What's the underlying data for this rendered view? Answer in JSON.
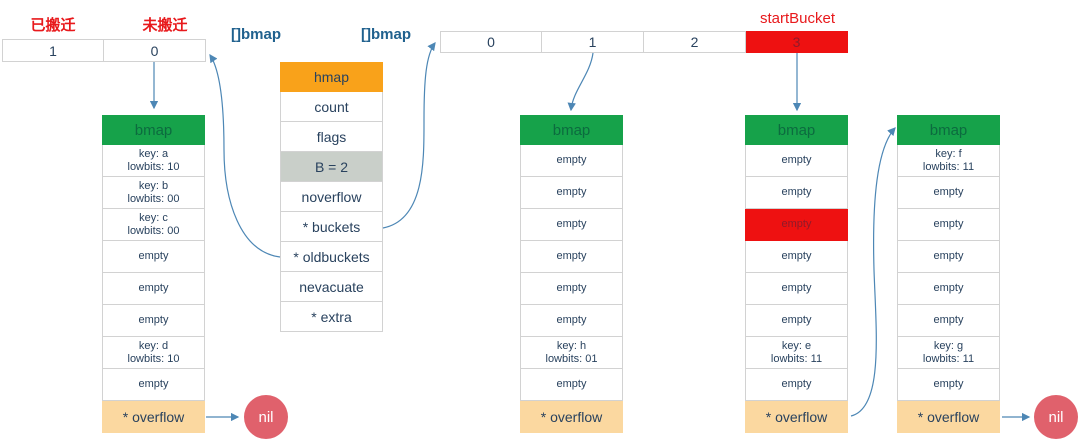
{
  "colors": {
    "red_label": "#e8191c",
    "red_fill": "#ee1111",
    "red_cell_text": "#8f1a2a",
    "navy": "#29425e",
    "green": "#16a24a",
    "green_text": "#0c6b3f",
    "orange": "#f9a21a",
    "tan": "#fbd8a0",
    "gray_highlight": "#c9cfc9",
    "blue_label": "#20618e",
    "arrow": "#4d87b5",
    "nil_fill": "#e0616c",
    "border": "#d2d2d2"
  },
  "evacuation_table": {
    "col_labels": [
      "已搬迁",
      "未搬迁"
    ],
    "cells": [
      "1",
      "0"
    ]
  },
  "slice_labels": {
    "left": "[]bmap",
    "right": "[]bmap"
  },
  "hmap_struct": {
    "header": "hmap",
    "fields": [
      "count",
      "flags",
      "B = 2",
      "noverflow",
      "* buckets",
      "* oldbuckets",
      "nevacuate",
      "* extra"
    ],
    "highlight_field": "B = 2"
  },
  "bucket_index_array": {
    "start_bucket_label": "startBucket",
    "cells": [
      "0",
      "1",
      "2",
      "3"
    ],
    "highlight_index": 3
  },
  "buckets": [
    {
      "header": "bmap",
      "overflow_label": "* overflow",
      "slots": [
        {
          "lines": [
            "key: a",
            "lowbits: 10"
          ],
          "variant": "kv"
        },
        {
          "lines": [
            "key: b",
            "lowbits: 00"
          ],
          "variant": "kv"
        },
        {
          "lines": [
            "key: c",
            "lowbits: 00"
          ],
          "variant": "kv"
        },
        {
          "lines": [
            "empty"
          ],
          "variant": "plain"
        },
        {
          "lines": [
            "empty"
          ],
          "variant": "plain"
        },
        {
          "lines": [
            "empty"
          ],
          "variant": "plain"
        },
        {
          "lines": [
            "key: d",
            "lowbits: 10"
          ],
          "variant": "kv"
        },
        {
          "lines": [
            "empty"
          ],
          "variant": "plain"
        }
      ]
    },
    {
      "header": "bmap",
      "overflow_label": "* overflow",
      "slots": [
        {
          "lines": [
            "empty"
          ],
          "variant": "plain"
        },
        {
          "lines": [
            "empty"
          ],
          "variant": "plain"
        },
        {
          "lines": [
            "empty"
          ],
          "variant": "plain"
        },
        {
          "lines": [
            "empty"
          ],
          "variant": "plain"
        },
        {
          "lines": [
            "empty"
          ],
          "variant": "plain"
        },
        {
          "lines": [
            "empty"
          ],
          "variant": "plain"
        },
        {
          "lines": [
            "key: h",
            "lowbits: 01"
          ],
          "variant": "kv"
        },
        {
          "lines": [
            "empty"
          ],
          "variant": "plain"
        }
      ]
    },
    {
      "header": "bmap",
      "overflow_label": "* overflow",
      "slots": [
        {
          "lines": [
            "empty"
          ],
          "variant": "plain"
        },
        {
          "lines": [
            "empty"
          ],
          "variant": "plain"
        },
        {
          "lines": [
            "empty"
          ],
          "variant": "red"
        },
        {
          "lines": [
            "empty"
          ],
          "variant": "plain"
        },
        {
          "lines": [
            "empty"
          ],
          "variant": "plain"
        },
        {
          "lines": [
            "empty"
          ],
          "variant": "plain"
        },
        {
          "lines": [
            "key: e",
            "lowbits: 11"
          ],
          "variant": "kv"
        },
        {
          "lines": [
            "empty"
          ],
          "variant": "plain"
        }
      ]
    },
    {
      "header": "bmap",
      "overflow_label": "* overflow",
      "slots": [
        {
          "lines": [
            "key: f",
            "lowbits: 11"
          ],
          "variant": "kv"
        },
        {
          "lines": [
            "empty"
          ],
          "variant": "plain"
        },
        {
          "lines": [
            "empty"
          ],
          "variant": "plain"
        },
        {
          "lines": [
            "empty"
          ],
          "variant": "plain"
        },
        {
          "lines": [
            "empty"
          ],
          "variant": "plain"
        },
        {
          "lines": [
            "empty"
          ],
          "variant": "plain"
        },
        {
          "lines": [
            "key: g",
            "lowbits: 11"
          ],
          "variant": "kv"
        },
        {
          "lines": [
            "empty"
          ],
          "variant": "plain"
        }
      ]
    }
  ],
  "nil_nodes": {
    "left": "nil",
    "right": "nil"
  }
}
